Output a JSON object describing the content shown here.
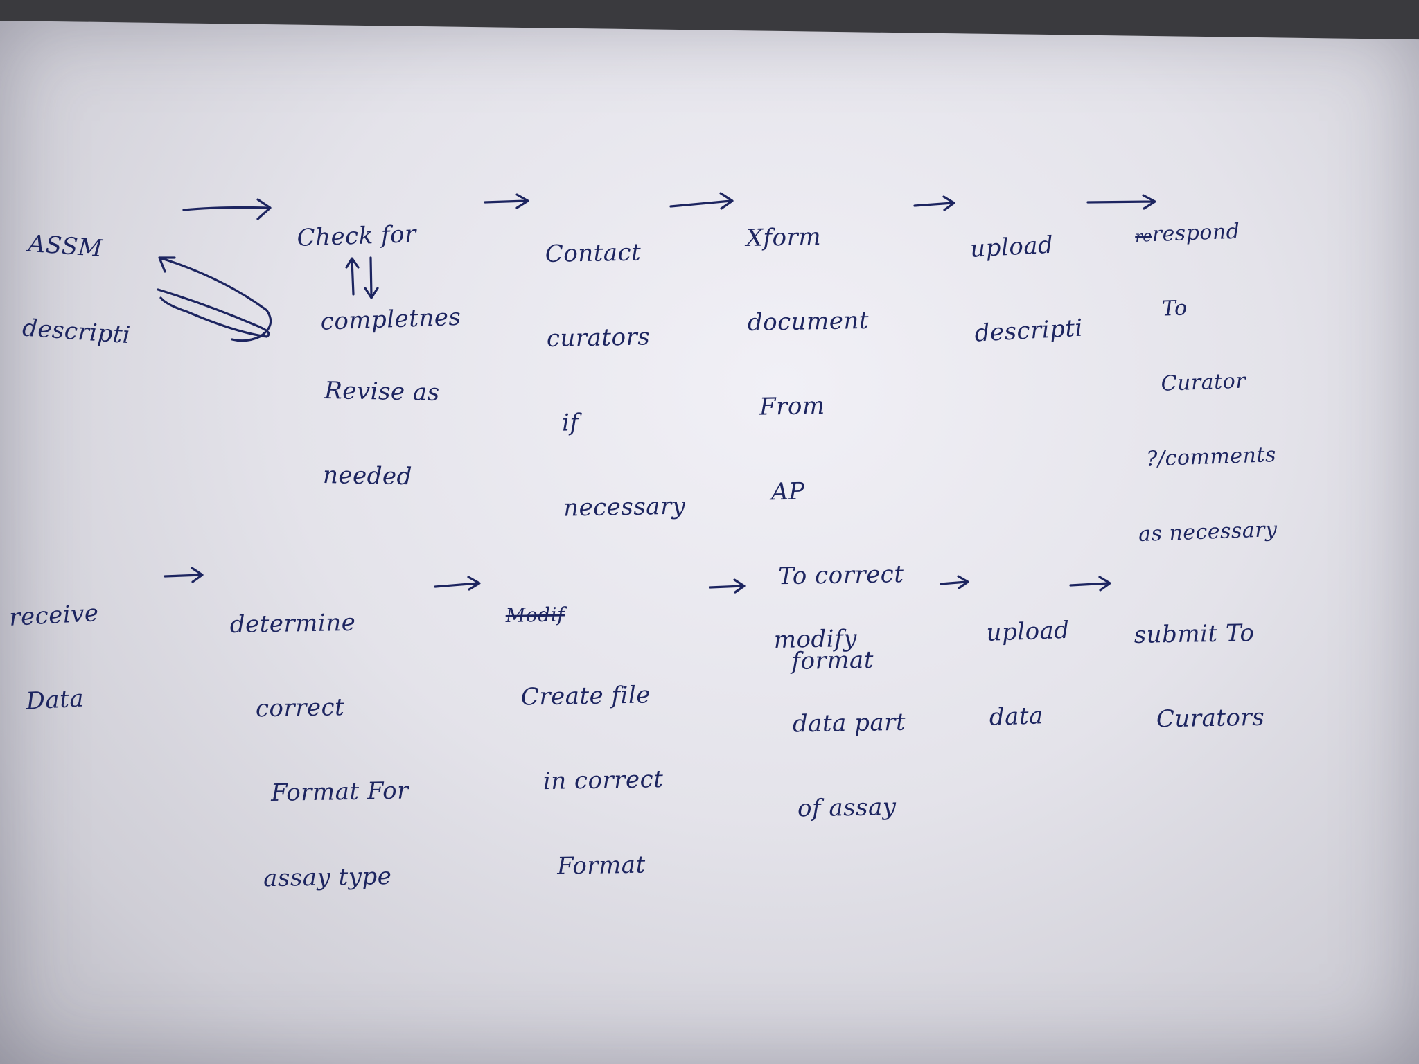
{
  "flow1": {
    "step1": {
      "line1": "ASSM",
      "line2": "descripti"
    },
    "step2": {
      "line1": "Check for",
      "line2": "completnes"
    },
    "step2_revise": {
      "line1": "Revise as",
      "line2": "needed"
    },
    "step3": {
      "line1": "Contact",
      "line2": "curators",
      "line3": "if",
      "line4": "necessary"
    },
    "step4": {
      "line1": "Xform",
      "line2": "document",
      "line3": "From",
      "line4": "AP",
      "line5": "To correct",
      "line6": "format"
    },
    "step5": {
      "line1": "upload",
      "line2": "descripti"
    },
    "step6": {
      "strike": "re",
      "line1": "respond",
      "line2": "To",
      "line3": "Curator",
      "line4": "?/comments",
      "line5": "as necessary"
    }
  },
  "flow2": {
    "step1": {
      "line1": "receive",
      "line2": "Data"
    },
    "step2": {
      "line1": "determine",
      "line2": "correct",
      "line3": "Format For",
      "line4": "assay type"
    },
    "step3": {
      "strike": "Modif",
      "line1": "Create file",
      "line2": "in correct",
      "line3": "Format"
    },
    "step4": {
      "line1": "modify",
      "line2": "data part",
      "line3": "of assay"
    },
    "step5": {
      "line1": "upload",
      "line2": "data"
    },
    "step6": {
      "line1": "submit To",
      "line2": "Curators"
    }
  }
}
